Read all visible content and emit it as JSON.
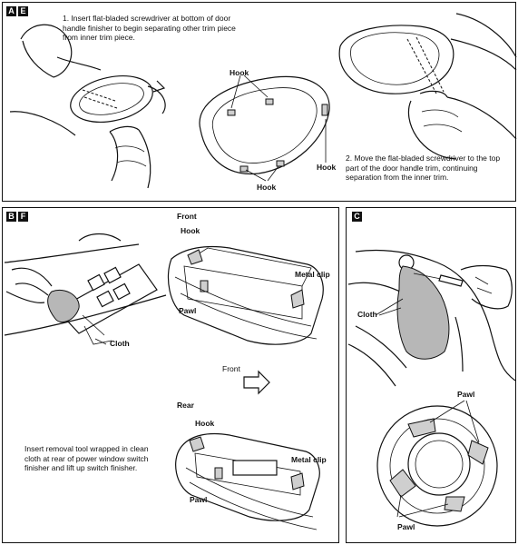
{
  "panel_top": {
    "badges": [
      "A",
      "E"
    ],
    "step1": "1. Insert flat-bladed screwdriver at bottom of door handle finisher to begin separating other trim piece from inner trim piece.",
    "step2": "2. Move the flat-bladed screwdriver to the top part of the door handle trim, continuing separation from the inner trim.",
    "labels": {
      "hook_a": "Hook",
      "hook_b": "Hook",
      "hook_c": "Hook"
    }
  },
  "panel_bf": {
    "badges": [
      "B",
      "F"
    ],
    "front_title": "Front",
    "rear_title": "Rear",
    "front_arrow_label": "Front",
    "labels": {
      "cloth": "Cloth",
      "front_hook": "Hook",
      "front_metal_clip": "Metal clip",
      "front_pawl": "Pawl",
      "rear_hook": "Hook",
      "rear_metal_clip": "Metal clip",
      "rear_pawl": "Pawl"
    },
    "instruction": "Insert removal tool wrapped in clean cloth at rear of power window switch finisher and lift up switch finisher."
  },
  "panel_c": {
    "badges": [
      "C"
    ],
    "labels": {
      "cloth": "Cloth",
      "pawl_top": "Pawl",
      "pawl_bottom": "Pawl"
    }
  }
}
